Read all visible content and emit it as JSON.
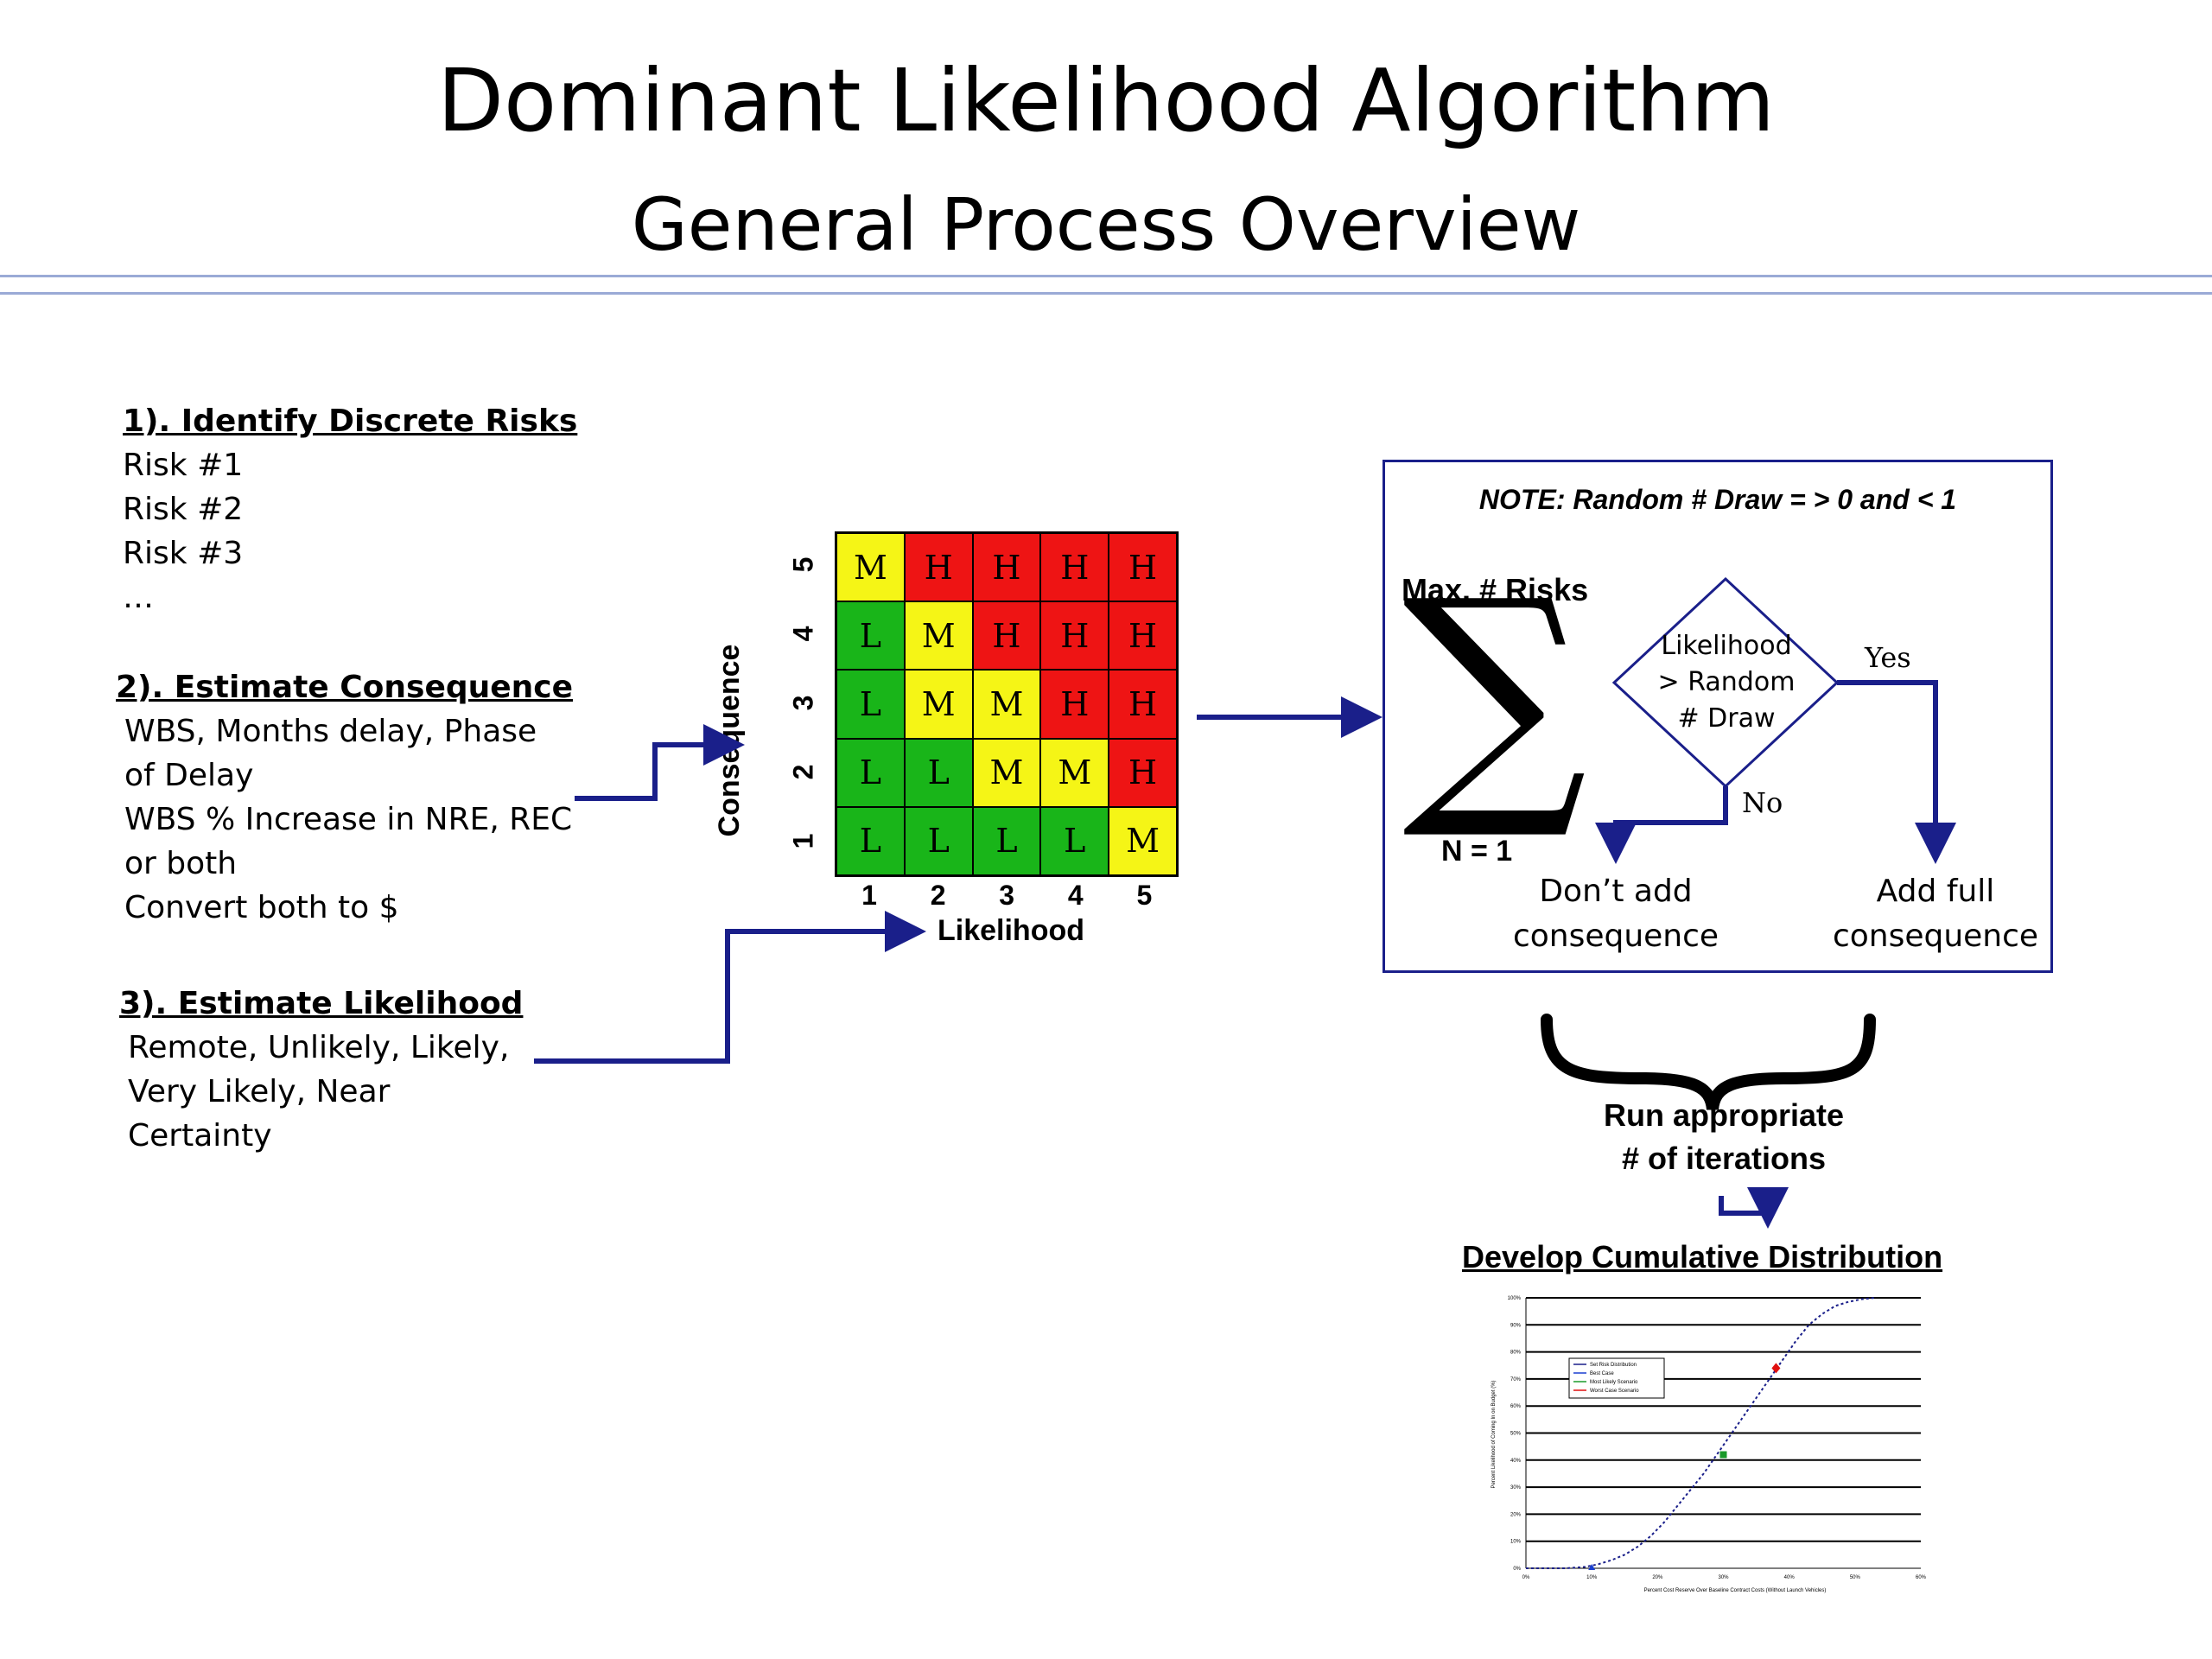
{
  "header": {
    "title": "Dominant Likelihood Algorithm",
    "subtitle": "General Process Overview"
  },
  "steps": {
    "identify": {
      "heading": "1). Identify Discrete Risks",
      "lines": [
        "Risk #1",
        "Risk #2",
        "Risk #3",
        "…"
      ]
    },
    "consequence": {
      "heading": "2). Estimate Consequence",
      "lines": [
        "WBS, Months delay, Phase",
        "of Delay",
        "WBS % Increase in NRE, REC",
        "or both",
        "Convert both to $"
      ]
    },
    "likelihood": {
      "heading": "3). Estimate Likelihood",
      "lines": [
        "Remote, Unlikely, Likely,",
        "Very Likely, Near",
        "Certainty"
      ]
    }
  },
  "risk_matrix": {
    "x_label": "Likelihood",
    "y_label": "Consequence",
    "x_ticks": [
      "1",
      "2",
      "3",
      "4",
      "5"
    ],
    "y_ticks": [
      "5",
      "4",
      "3",
      "2",
      "1"
    ],
    "rows": [
      [
        "M",
        "H",
        "H",
        "H",
        "H"
      ],
      [
        "L",
        "M",
        "H",
        "H",
        "H"
      ],
      [
        "L",
        "M",
        "M",
        "H",
        "H"
      ],
      [
        "L",
        "L",
        "M",
        "M",
        "H"
      ],
      [
        "L",
        "L",
        "L",
        "L",
        "M"
      ]
    ],
    "colors": {
      "L": "#19b519",
      "M": "#f5f516",
      "H": "#ee1414"
    }
  },
  "algorithm": {
    "note": "NOTE: Random # Draw = > 0 and < 1",
    "sum_upper": "Max. # Risks",
    "sum_lower": "N = 1",
    "sum_symbol": "∑",
    "decision": [
      "Likelihood",
      "> Random",
      "# Draw"
    ],
    "yes_label": "Yes",
    "no_label": "No",
    "no_outcome": [
      "Don’t add",
      "consequence"
    ],
    "yes_outcome": [
      "Add full",
      "consequence"
    ]
  },
  "iterations": [
    "Run appropriate",
    "# of iterations"
  ],
  "distribution": {
    "heading": "Develop Cumulative Distribution",
    "legend": [
      "Set Risk Distribution",
      "Best Case",
      "Most Likely Scenario",
      "Worst Case Scenario"
    ],
    "y_ticks": [
      "0%",
      "10%",
      "20%",
      "30%",
      "40%",
      "50%",
      "60%",
      "70%",
      "80%",
      "90%",
      "100%"
    ],
    "x_ticks": [
      "0%",
      "10%",
      "20%",
      "30%",
      "40%",
      "50%",
      "60%"
    ],
    "xlabel": "Percent Cost Reserve Over Baseline Contract Costs (Without Launch Vehicles)",
    "ylabel": "Percent Likelihood of Coming In on Budget (%)",
    "accent": "#1a1f8a"
  },
  "chart_data": {
    "type": "line",
    "title": "",
    "xlabel": "Percent Cost Reserve Over Baseline Contract Costs (Without Launch Vehicles)",
    "ylabel": "Percent Likelihood of Coming In on Budget (%)",
    "xlim": [
      0,
      60
    ],
    "ylim": [
      0,
      100
    ],
    "grid": true,
    "legend_position": "top-left",
    "series": [
      {
        "name": "Set Risk Distribution",
        "x": [
          0,
          6,
          9,
          11,
          13,
          15,
          17,
          19,
          21,
          23,
          25,
          27,
          29,
          31,
          33,
          35,
          37,
          39,
          41,
          43,
          45,
          47,
          49,
          51,
          53
        ],
        "y": [
          0,
          0,
          0.5,
          1.5,
          3,
          5,
          8,
          12,
          17,
          23,
          29,
          35,
          42,
          49,
          56,
          63,
          70,
          77,
          84,
          90,
          94,
          97,
          98.5,
          99.5,
          100
        ]
      }
    ],
    "markers": [
      {
        "name": "Best Case",
        "x": 10,
        "y": 0,
        "color": "#1a3fd0"
      },
      {
        "name": "Most Likely Scenario",
        "x": 30,
        "y": 42,
        "color": "#1a9a2a"
      },
      {
        "name": "Worst Case Scenario",
        "x": 38,
        "y": 74,
        "color": "#e01010"
      }
    ]
  }
}
